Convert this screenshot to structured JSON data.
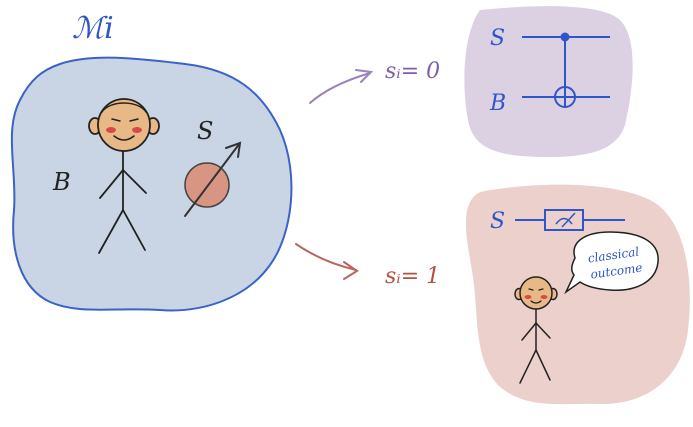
{
  "main_blob": {
    "title": "ℳi",
    "observer_label": "B",
    "system_label": "S"
  },
  "branch_zero": {
    "label": "sᵢ= 0",
    "circuit": {
      "top_wire_label": "S",
      "bottom_wire_label": "B"
    }
  },
  "branch_one": {
    "label": "sᵢ= 1",
    "circuit": {
      "wire_label": "S"
    },
    "speech_bubble": {
      "line1": "classical",
      "line2": "outcome"
    }
  },
  "colors": {
    "main_fill": "#c9d4e4",
    "main_stroke": "#3a63c8",
    "purple_fill": "#dcd0e3",
    "pink_fill": "#ecd0cb",
    "blue_ink": "#2f56c8",
    "purple_arrow": "#9a82bd",
    "red_arrow": "#b7665d",
    "face_fill": "#e8b986",
    "spin_fill": "#d99584"
  },
  "icons": [
    "stick-figure-icon",
    "spin-particle-icon",
    "measurement-meter-icon",
    "speech-bubble-icon"
  ]
}
